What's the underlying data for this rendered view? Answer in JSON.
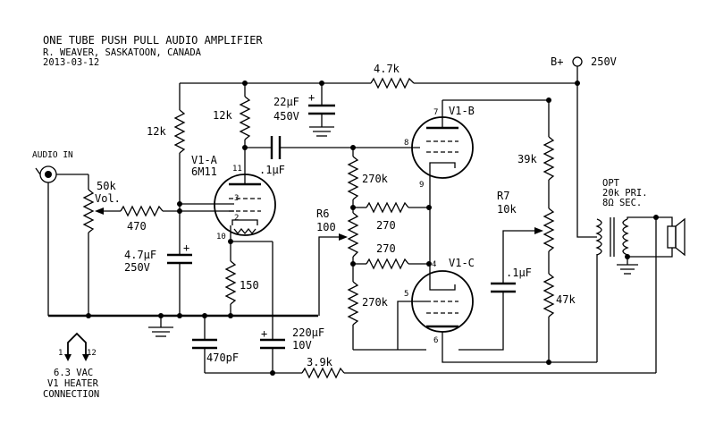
{
  "header": {
    "title": "ONE TUBE PUSH PULL AUDIO AMPLIFIER",
    "author": "R. WEAVER, SASKATOON, CANADA",
    "date": "2013-03-12"
  },
  "labels": {
    "audio_in": "AUDIO IN",
    "pot_value": "50k",
    "pot_name": "Vol.",
    "r_470": "470",
    "r_12k_a": "12k",
    "r_12k_b": "12k",
    "c_22u_a": "22µF",
    "c_22u_b": "450V",
    "r_4k7": "4.7k",
    "bplus": "B+",
    "bplus_v": "250V",
    "tube_a_name": "V1-A",
    "tube_a_type": "6M11",
    "c_01_a": ".1µF",
    "c_47u_a": "4.7µF",
    "c_47u_b": "250V",
    "r_150": "150",
    "r_270k_top": "270k",
    "r_270_a": "270",
    "r_270_b": "270",
    "r_270k_bot": "270k",
    "r6_name": "R6",
    "r6_val": "100",
    "tube_b_name": "V1-B",
    "tube_c_name": "V1-C",
    "r7_name": "R7",
    "r7_val": "10k",
    "r_39k": "39k",
    "r_47k": "47k",
    "c_01_b": ".1µF",
    "opt_1": "OPT",
    "opt_2": "20k PRI.",
    "opt_3": "8Ω SEC.",
    "c_220u_a": "220µF",
    "c_220u_b": "10V",
    "c_470p": "470pF",
    "r_3k9": "3.9k",
    "heater_pin1": "1",
    "heater_pin12": "12",
    "heater_1": "6.3 VAC",
    "heater_2": "V1 HEATER",
    "heater_3": "CONNECTION",
    "pin_11": "11",
    "pin_3": "3",
    "pin_2": "2",
    "pin_10": "10",
    "pin_7": "7",
    "pin_8": "8",
    "pin_9": "9",
    "pin_4": "4",
    "pin_5": "5",
    "pin_6": "6",
    "plus_a": "+",
    "plus_b": "+",
    "plus_c": "+"
  }
}
